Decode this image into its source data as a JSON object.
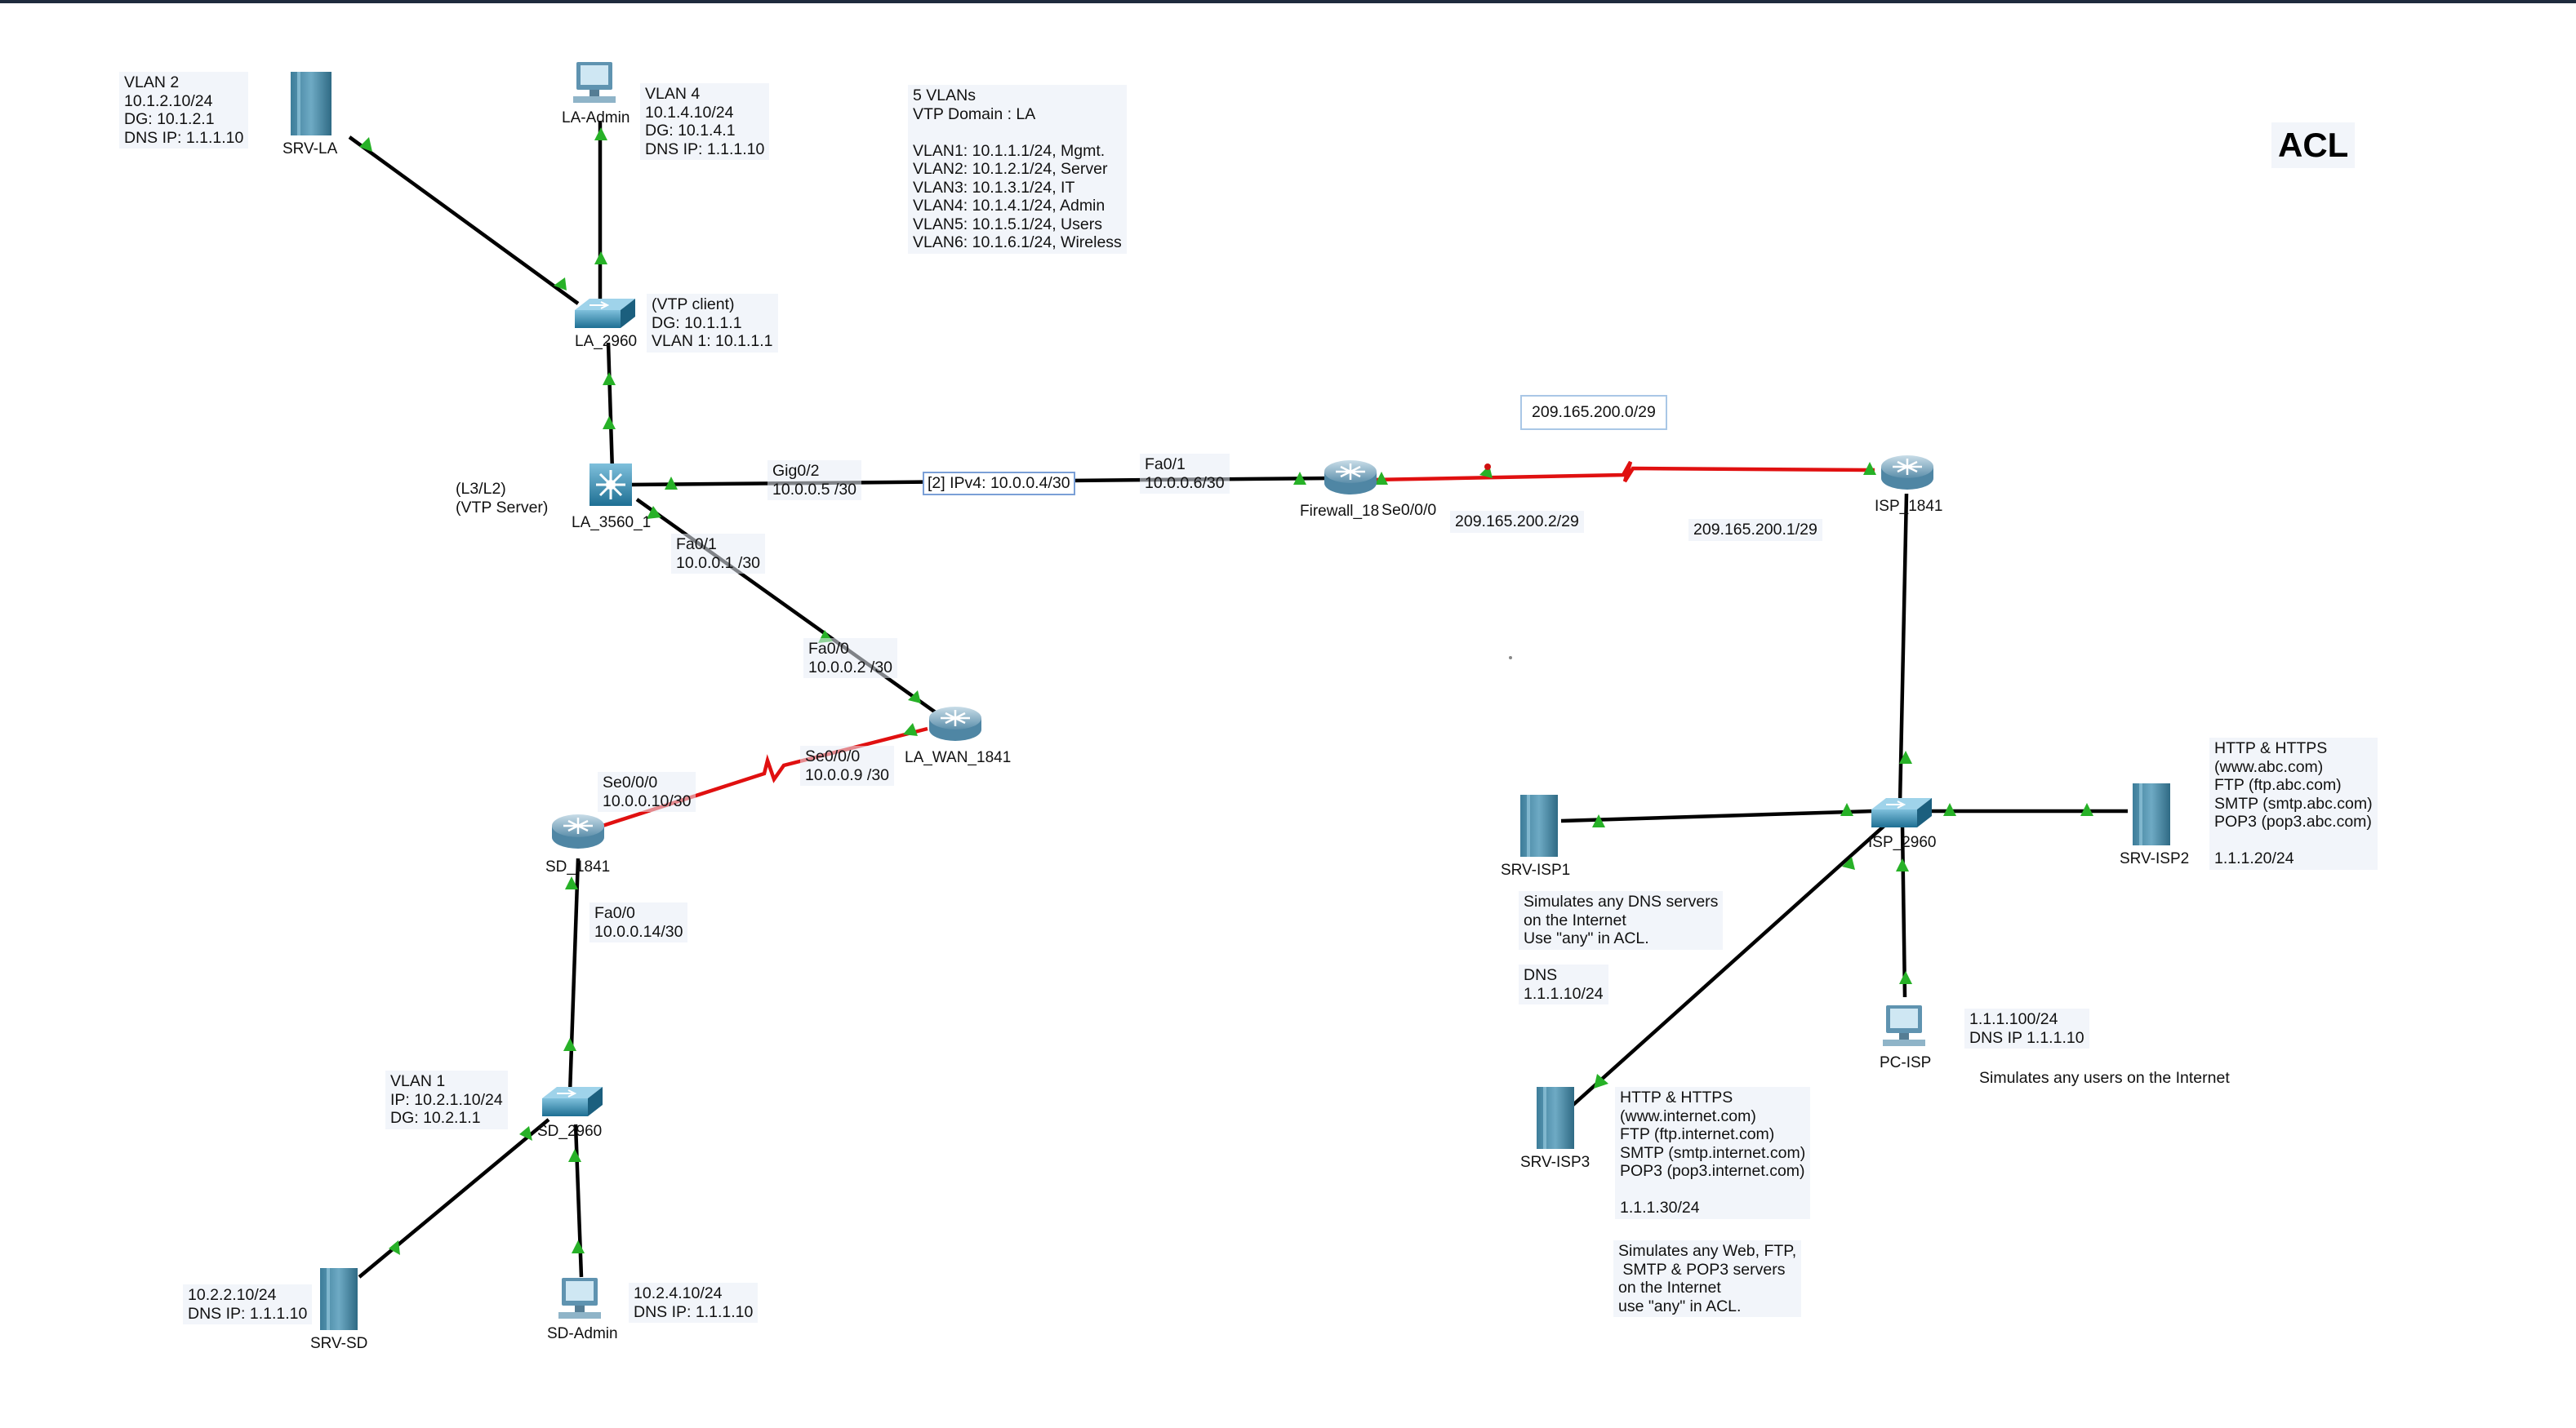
{
  "title": "ACL",
  "colors": {
    "link": "#000000",
    "serial": "#e01010",
    "port_up": "#27b127",
    "switch": "#1e7fa8",
    "router": "#4a8fb5"
  },
  "devices": {
    "srv_la": "SRV-LA",
    "la_admin": "LA-Admin",
    "la_2960": "LA_2960",
    "la_3560": "LA_3560_1",
    "firewall": "Firewall_18",
    "isp_1841": "ISP_1841",
    "la_wan": "LA_WAN_1841",
    "sd_1841": "SD_1841",
    "sd_2960": "SD_2960",
    "srv_sd": "SRV-SD",
    "sd_admin": "SD-Admin",
    "srv_isp1": "SRV-ISP1",
    "isp_2960": "ISP_2960",
    "srv_isp2": "SRV-ISP2",
    "pc_isp": "PC-ISP",
    "srv_isp3": "SRV-ISP3"
  },
  "notes": {
    "srv_la": "VLAN 2\n10.1.2.10/24\nDG: 10.1.2.1\nDNS IP: 1.1.1.10",
    "la_admin": "VLAN 4\n10.1.4.10/24\nDG: 10.1.4.1\nDNS IP: 1.1.1.10",
    "vlans": "5 VLANs\nVTP Domain : LA\n\nVLAN1: 10.1.1.1/24, Mgmt.\nVLAN2: 10.1.2.1/24, Server\nVLAN3: 10.1.3.1/24, IT\nVLAN4: 10.1.4.1/24, Admin\nVLAN5: 10.1.5.1/24, Users\nVLAN6: 10.1.6.1/24, Wireless",
    "la_2960": "(VTP client)\nDG: 10.1.1.1\nVLAN 1: 10.1.1.1",
    "la_3560": "(L3/L2)\n(VTP Server)",
    "gig02": "Gig0/2\n10.0.0.5 /30",
    "fa01_fw": "Fa0/1\n10.0.0.6/30",
    "fa01_la": "Fa0/1\n10.0.0.1 /30",
    "fa00_wan": "Fa0/0\n10.0.0.2 /30",
    "se000_wan": "Se0/0/0\n10.0.0.9 /30",
    "se000_sd": "Se0/0/0\n10.0.0.10/30",
    "fa00_sd": "Fa0/0\n10.0.0.14/30",
    "sd_2960": "VLAN 1\nIP: 10.2.1.10/24\nDG: 10.2.1.1",
    "srv_sd": "10.2.2.10/24\nDNS IP: 1.1.1.10",
    "sd_admin": "10.2.4.10/24\nDNS IP: 1.1.1.10",
    "fw_se": "Se0/0/0",
    "fw_ip": "209.165.200.2/29",
    "isp_ip": "209.165.200.1/29",
    "isp_net": "209.165.200.0/29",
    "ipv4_tag": "[2] IPv4: 10.0.0.4/30",
    "srv_isp1": "Simulates any DNS servers\non the Internet\nUse \"any\" in ACL.",
    "dns": "DNS\n1.1.1.10/24",
    "srv_isp2": "HTTP & HTTPS\n(www.abc.com)\nFTP (ftp.abc.com)\nSMTP (smtp.abc.com)\nPOP3 (pop3.abc.com)\n\n1.1.1.20/24",
    "pc_isp": "1.1.1.100/24\nDNS IP 1.1.1.10",
    "pc_isp_sim": "Simulates any users on the Internet",
    "srv_isp3": "HTTP & HTTPS\n(www.internet.com)\nFTP (ftp.internet.com)\nSMTP (smtp.internet.com)\nPOP3 (pop3.internet.com)\n\n1.1.1.30/24\n",
    "srv_isp3_sim": "Simulates any Web, FTP,\n SMTP & POP3 servers\non the Internet\nuse \"any\" in ACL."
  }
}
